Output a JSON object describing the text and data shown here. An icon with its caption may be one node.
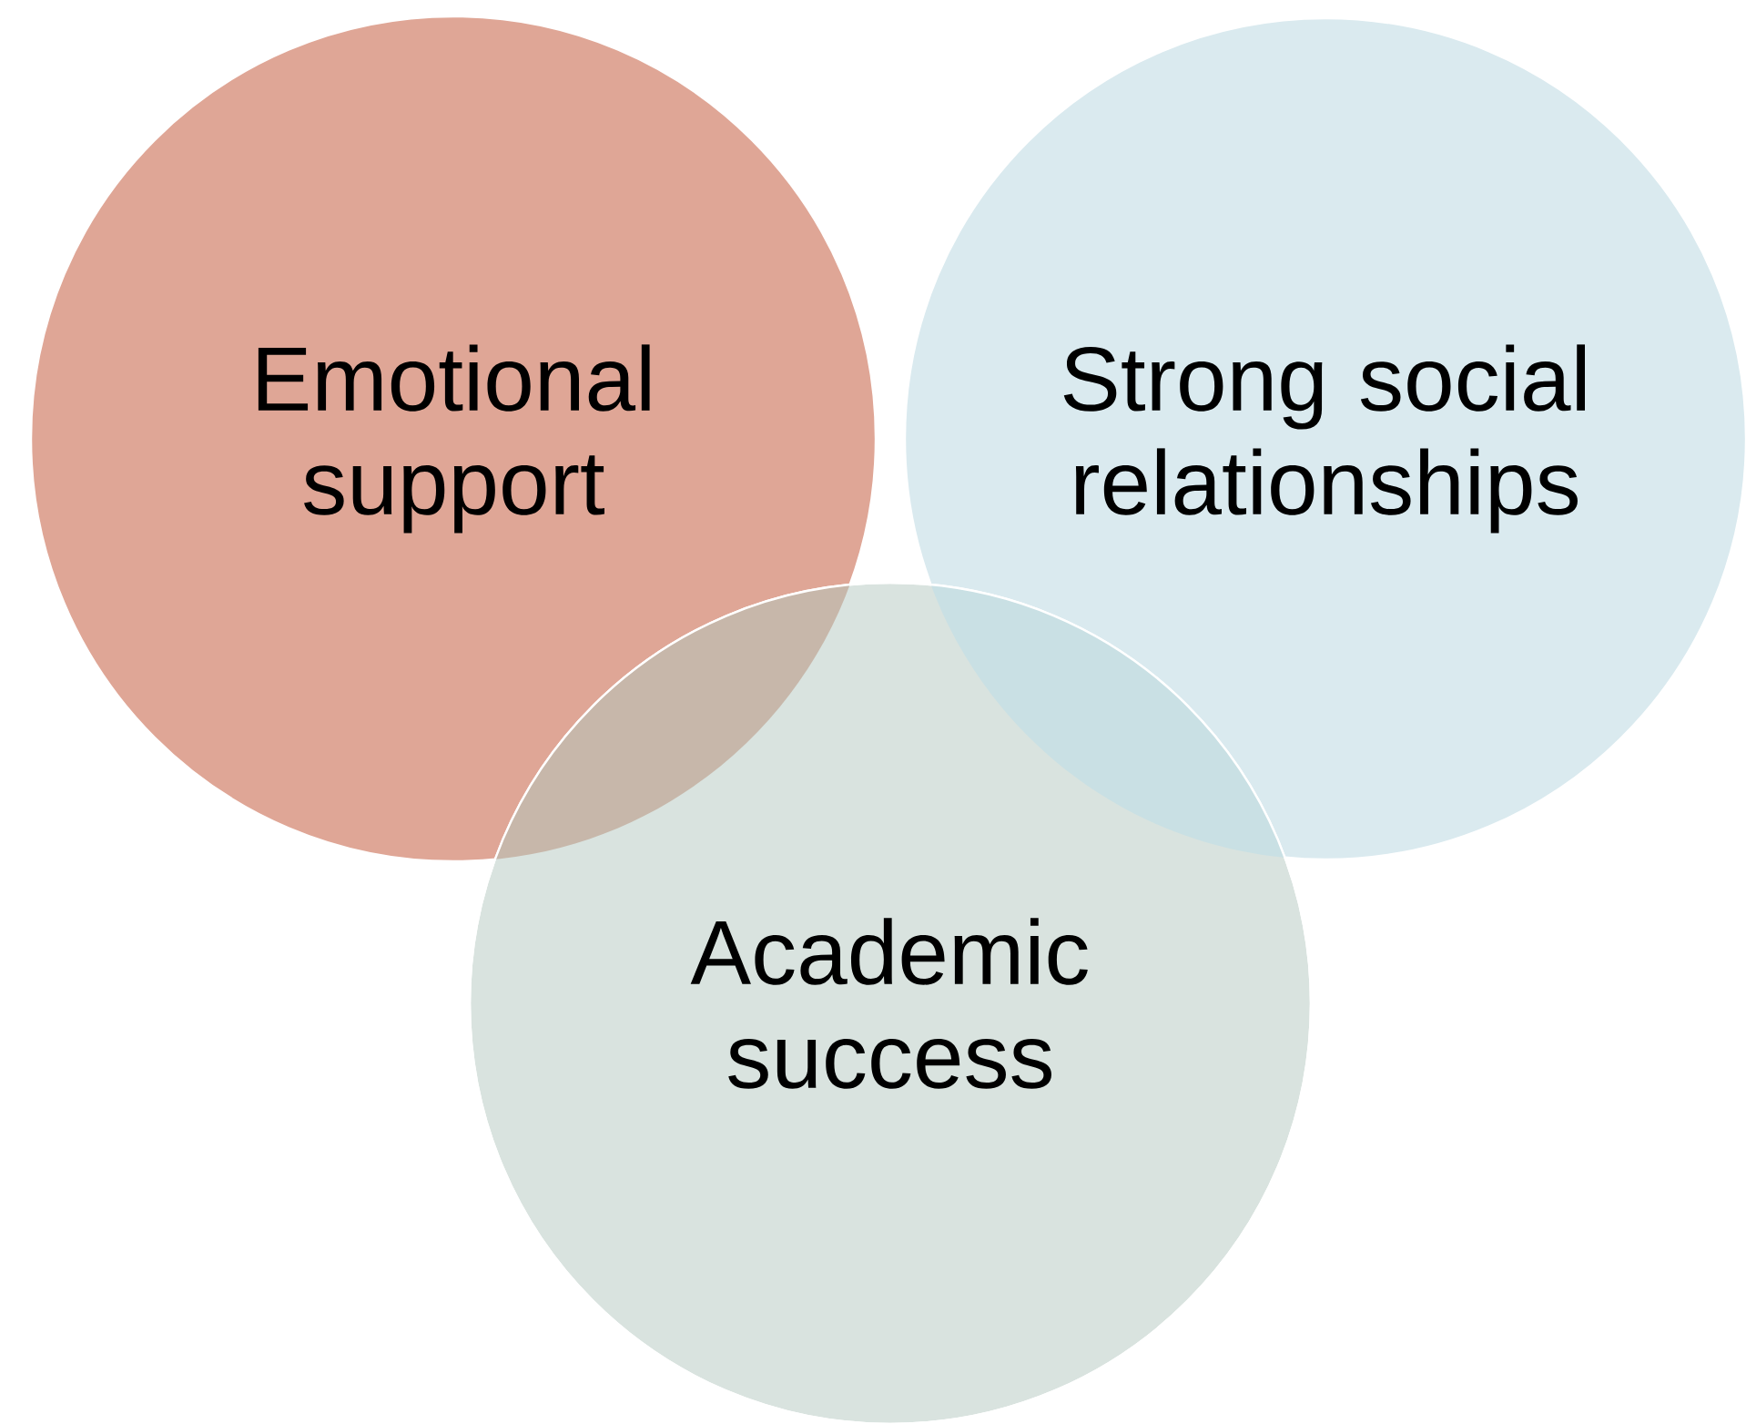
{
  "diagram": {
    "nodes": [
      {
        "text": [
          "Emotional support"
        ]
      },
      {
        "text": [
          "Strong social relationships"
        ]
      },
      {
        "text": [
          "Academic success"
        ]
      }
    ]
  }
}
